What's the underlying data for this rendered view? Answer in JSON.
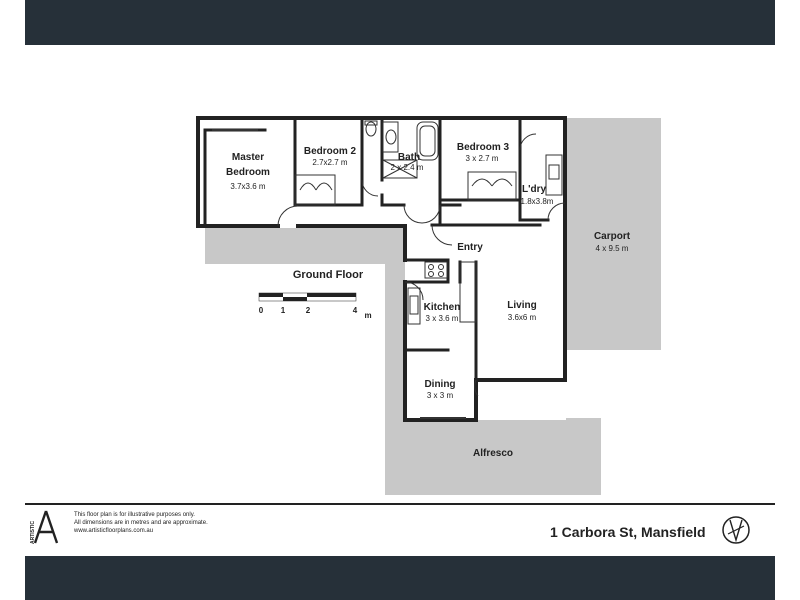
{
  "plan": {
    "rooms": [
      {
        "id": "master",
        "name_lines": [
          "Master",
          "Bedroom"
        ],
        "size": "3.7x3.6 m"
      },
      {
        "id": "bed2",
        "name_lines": [
          "Bedroom 2"
        ],
        "size": "2.7x2.7 m"
      },
      {
        "id": "bath",
        "name_lines": [
          "Bath"
        ],
        "size": "2 x 2.4 m"
      },
      {
        "id": "bed3",
        "name_lines": [
          "Bedroom 3"
        ],
        "size": "3 x 2.7 m"
      },
      {
        "id": "ldry",
        "name_lines": [
          "L'dry"
        ],
        "size": "1.8x3.8m"
      },
      {
        "id": "carport",
        "name_lines": [
          "Carport"
        ],
        "size": "4 x 9.5 m"
      },
      {
        "id": "entry",
        "name_lines": [
          "Entry"
        ],
        "size": ""
      },
      {
        "id": "kitchen",
        "name_lines": [
          "Kitchen"
        ],
        "size": "3 x 3.6 m"
      },
      {
        "id": "living",
        "name_lines": [
          "Living"
        ],
        "size": "3.6x6 m"
      },
      {
        "id": "dining",
        "name_lines": [
          "Dining"
        ],
        "size": "3 x 3 m"
      },
      {
        "id": "alfresco",
        "name_lines": [
          "Alfresco"
        ],
        "size": ""
      }
    ],
    "floor_label": "Ground Floor",
    "scale": {
      "ticks": [
        "0",
        "1",
        "2",
        "4"
      ],
      "unit": "m"
    }
  },
  "footer": {
    "logo_text": "ARTISTIC",
    "disclaimer": [
      "This floor plan is for illustrative purposes only.",
      "All dimensions are in metres and are approximate.",
      "www.artisticfloorplans.com.au"
    ],
    "address": "1 Carbora St, Mansfield"
  },
  "colors": {
    "band": "#263039",
    "outdoor": "#c8c8c8",
    "wall": "#222222"
  }
}
